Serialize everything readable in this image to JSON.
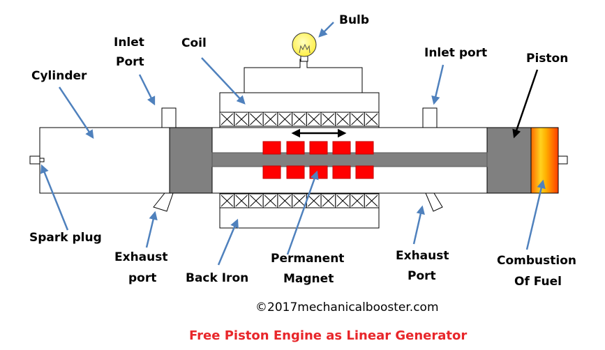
{
  "labels": {
    "bulb": "Bulb",
    "coil": "Coil",
    "inlet_port_left_1": "Inlet",
    "inlet_port_left_2": "Port",
    "cylinder": "Cylinder",
    "inlet_port_right": "Inlet port",
    "piston": "Piston",
    "spark_plug": "Spark plug",
    "exhaust_port_left_1": "Exhaust",
    "exhaust_port_left_2": "port",
    "back_iron": "Back Iron",
    "permanent_magnet_1": "Permanent",
    "permanent_magnet_2": "Magnet",
    "exhaust_port_right_1": "Exhaust",
    "exhaust_port_right_2": "Port",
    "combustion_1": "Combustion",
    "combustion_2": "Of Fuel"
  },
  "credit": "©2017mechanicalbooster.com",
  "title": "Free Piston Engine as Linear Generator",
  "colors": {
    "title": "#e8262a",
    "arrow": "#4f81bd",
    "magnet": "#ff0000",
    "piston": "#808080",
    "shaft": "#7f7f7f",
    "bulb": "#ffff66"
  }
}
